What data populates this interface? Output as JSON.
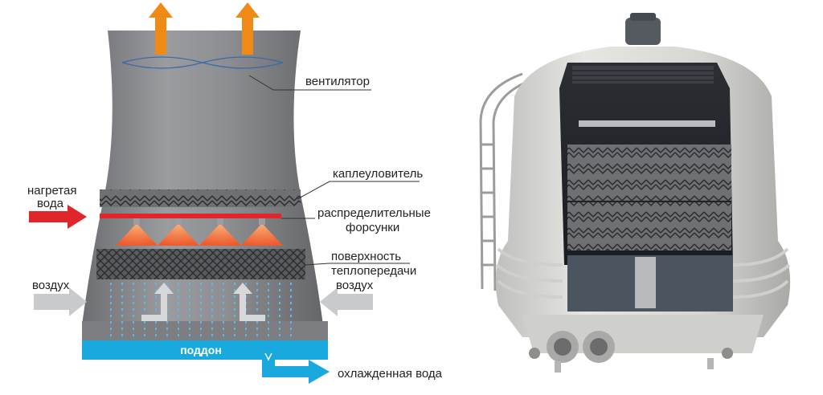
{
  "labels": {
    "fan": "вентилятор",
    "drift_eliminator": "каплеуловитель",
    "nozzles_line1": "распределительные",
    "nozzles_line2": "форсунки",
    "fill_line1": "поверхность",
    "fill_line2": "теплопередачи",
    "hot_water_line1": "нагретая",
    "hot_water_line2": "вода",
    "air_left": "воздух",
    "air_right": "воздух",
    "basin": "поддон",
    "cooled_water": "охлажденная вода"
  },
  "colors": {
    "tower_body": "#8a8c8e",
    "tower_shadow": "#6f7174",
    "exhaust_arrow": "#ef8a17",
    "hot_water": "#e0262b",
    "nozzle_spray": "#f06a3a",
    "air_arrow": "#c9cacb",
    "water_drops": "#5fb6e8",
    "basin": "#1aa9de",
    "cooled_water": "#1aa9de"
  }
}
